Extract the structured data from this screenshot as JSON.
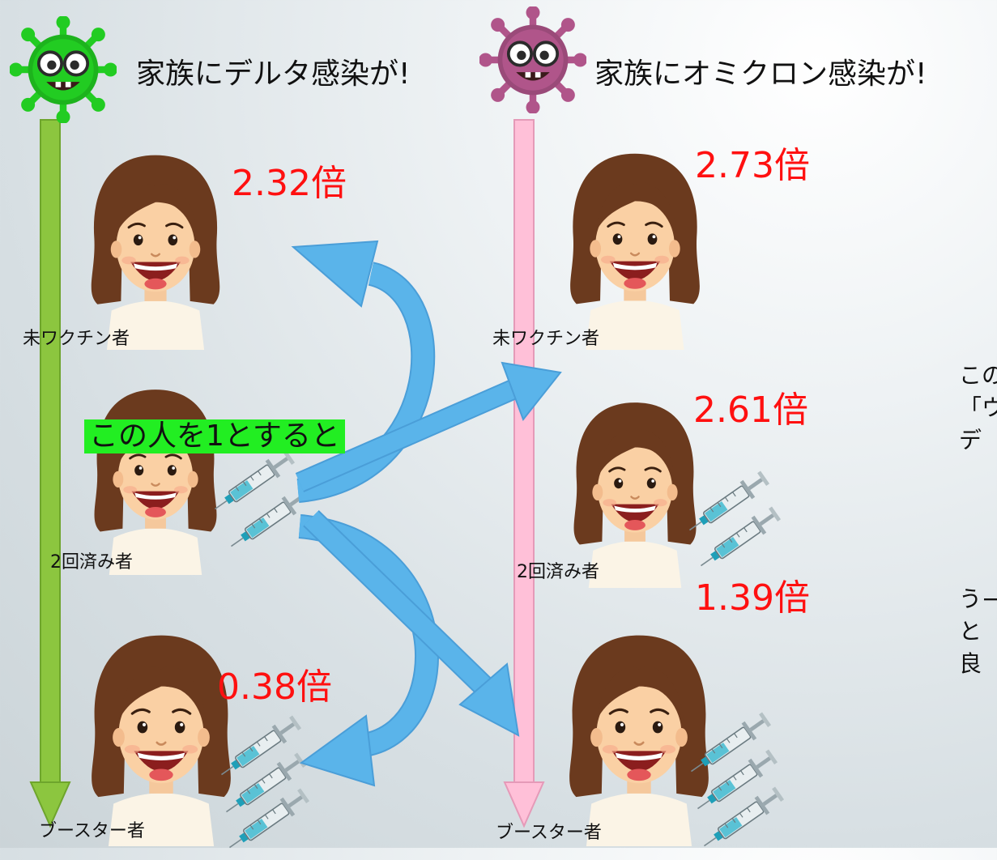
{
  "headings": {
    "delta": "家族にデルタ感染が!",
    "omicron": "家族にオミクロン感染が!"
  },
  "labels": {
    "unvaccinated": "未ワクチン者",
    "two_doses": "2回済み者",
    "booster": "ブースター者"
  },
  "reference_note": "この人を1とすると",
  "delta": {
    "unvaccinated": "2.32倍",
    "booster": "0.38倍"
  },
  "omicron": {
    "unvaccinated": "2.73倍",
    "two_doses": "2.61倍",
    "booster": "1.39倍"
  },
  "side_text": {
    "line1": "この",
    "line2": "「ウ",
    "line3": "デ",
    "line4": "う−",
    "line5": "と",
    "line6": "良"
  },
  "colors": {
    "delta_virus": "#22cc22",
    "omicron_virus": "#b0558a",
    "delta_arrow": "#8cc63f",
    "omicron_arrow": "#ffc0d8",
    "curved_arrow": "#5ab4ea",
    "multiplier": "#ff1010",
    "highlight": "#22ee22"
  },
  "icons": {
    "virus": "virus-monster-icon",
    "person": "smiling-girl-icon",
    "syringe": "syringe-icon"
  }
}
